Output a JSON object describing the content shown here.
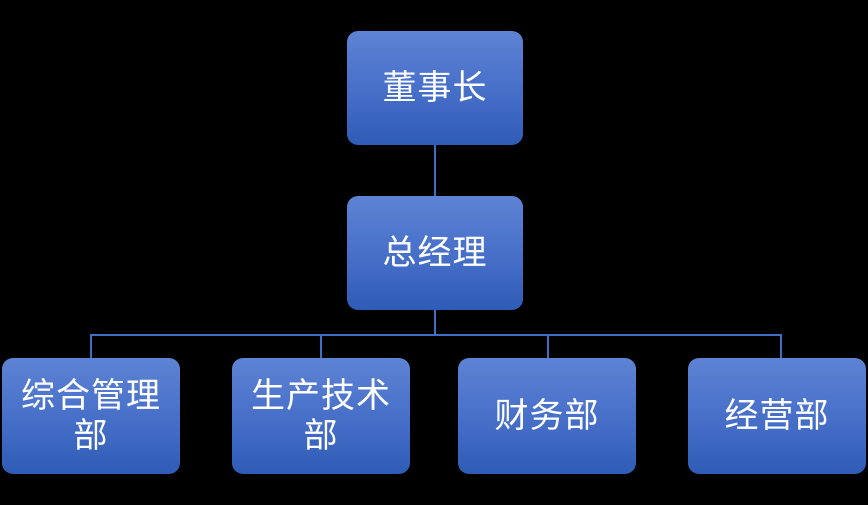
{
  "chart": {
    "type": "org-chart",
    "background_color": "#000000",
    "node_fill_top": "#5e83d4",
    "node_fill_bottom": "#2f5cb6",
    "node_text_color": "#ffffff",
    "connector_color": "#3f6ec4",
    "levels": [
      {
        "level": 1,
        "nodes": [
          {
            "id": "chairman",
            "label": "董事长"
          }
        ]
      },
      {
        "level": 2,
        "nodes": [
          {
            "id": "general-manager",
            "label": "总经理"
          }
        ]
      },
      {
        "level": 3,
        "nodes": [
          {
            "id": "comprehensive-management-dept",
            "label": "综合管理\n部"
          },
          {
            "id": "production-technology-dept",
            "label": "生产技术\n部"
          },
          {
            "id": "finance-dept",
            "label": "财务部"
          },
          {
            "id": "operations-dept",
            "label": "经营部"
          }
        ]
      }
    ]
  }
}
